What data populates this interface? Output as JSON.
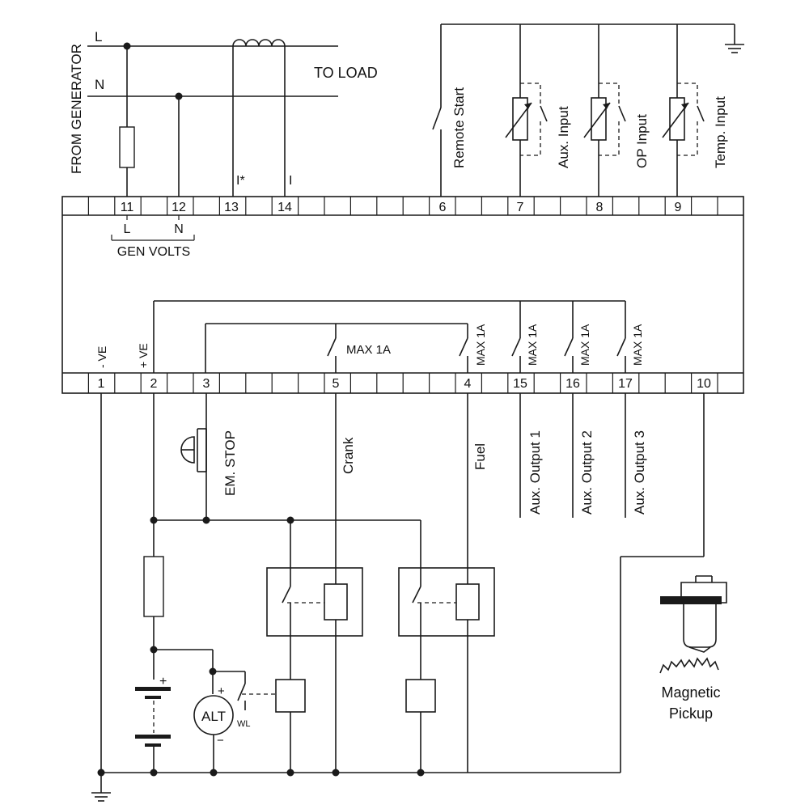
{
  "generator": {
    "title": "FROM GENERATOR",
    "line_L": "L",
    "line_N": "N",
    "to_load": "TO  LOAD",
    "ct_label_1": "I*",
    "ct_label_2": "I"
  },
  "top_terminals": [
    "11",
    "12",
    "13",
    "14",
    "6",
    "7",
    "8",
    "9"
  ],
  "gen_volts": {
    "label": "GEN VOLTS",
    "l": "L",
    "n": "N"
  },
  "inputs": {
    "remote_start": "Remote  Start",
    "aux_input": "Aux.  Input",
    "op_input": "OP  Input",
    "temp_input": "Temp.  Input"
  },
  "bottom_terminals": [
    "1",
    "2",
    "3",
    "5",
    "4",
    "15",
    "16",
    "17",
    "10"
  ],
  "supply": {
    "neg": "- VE",
    "pos": "+ VE"
  },
  "max_label": "MAX 1A",
  "outputs": {
    "em_stop": "EM.  STOP",
    "crank": "Crank",
    "fuel": "Fuel",
    "aux1": "Aux.  Output 1",
    "aux2": "Aux.  Output 2",
    "aux3": "Aux.  Output 3"
  },
  "battery": {
    "plus": "+"
  },
  "alternator": {
    "label": "ALT",
    "plus": "+",
    "minus": "−",
    "wl": "WL"
  },
  "pickup": {
    "line1": "Magnetic",
    "line2": "Pickup"
  }
}
